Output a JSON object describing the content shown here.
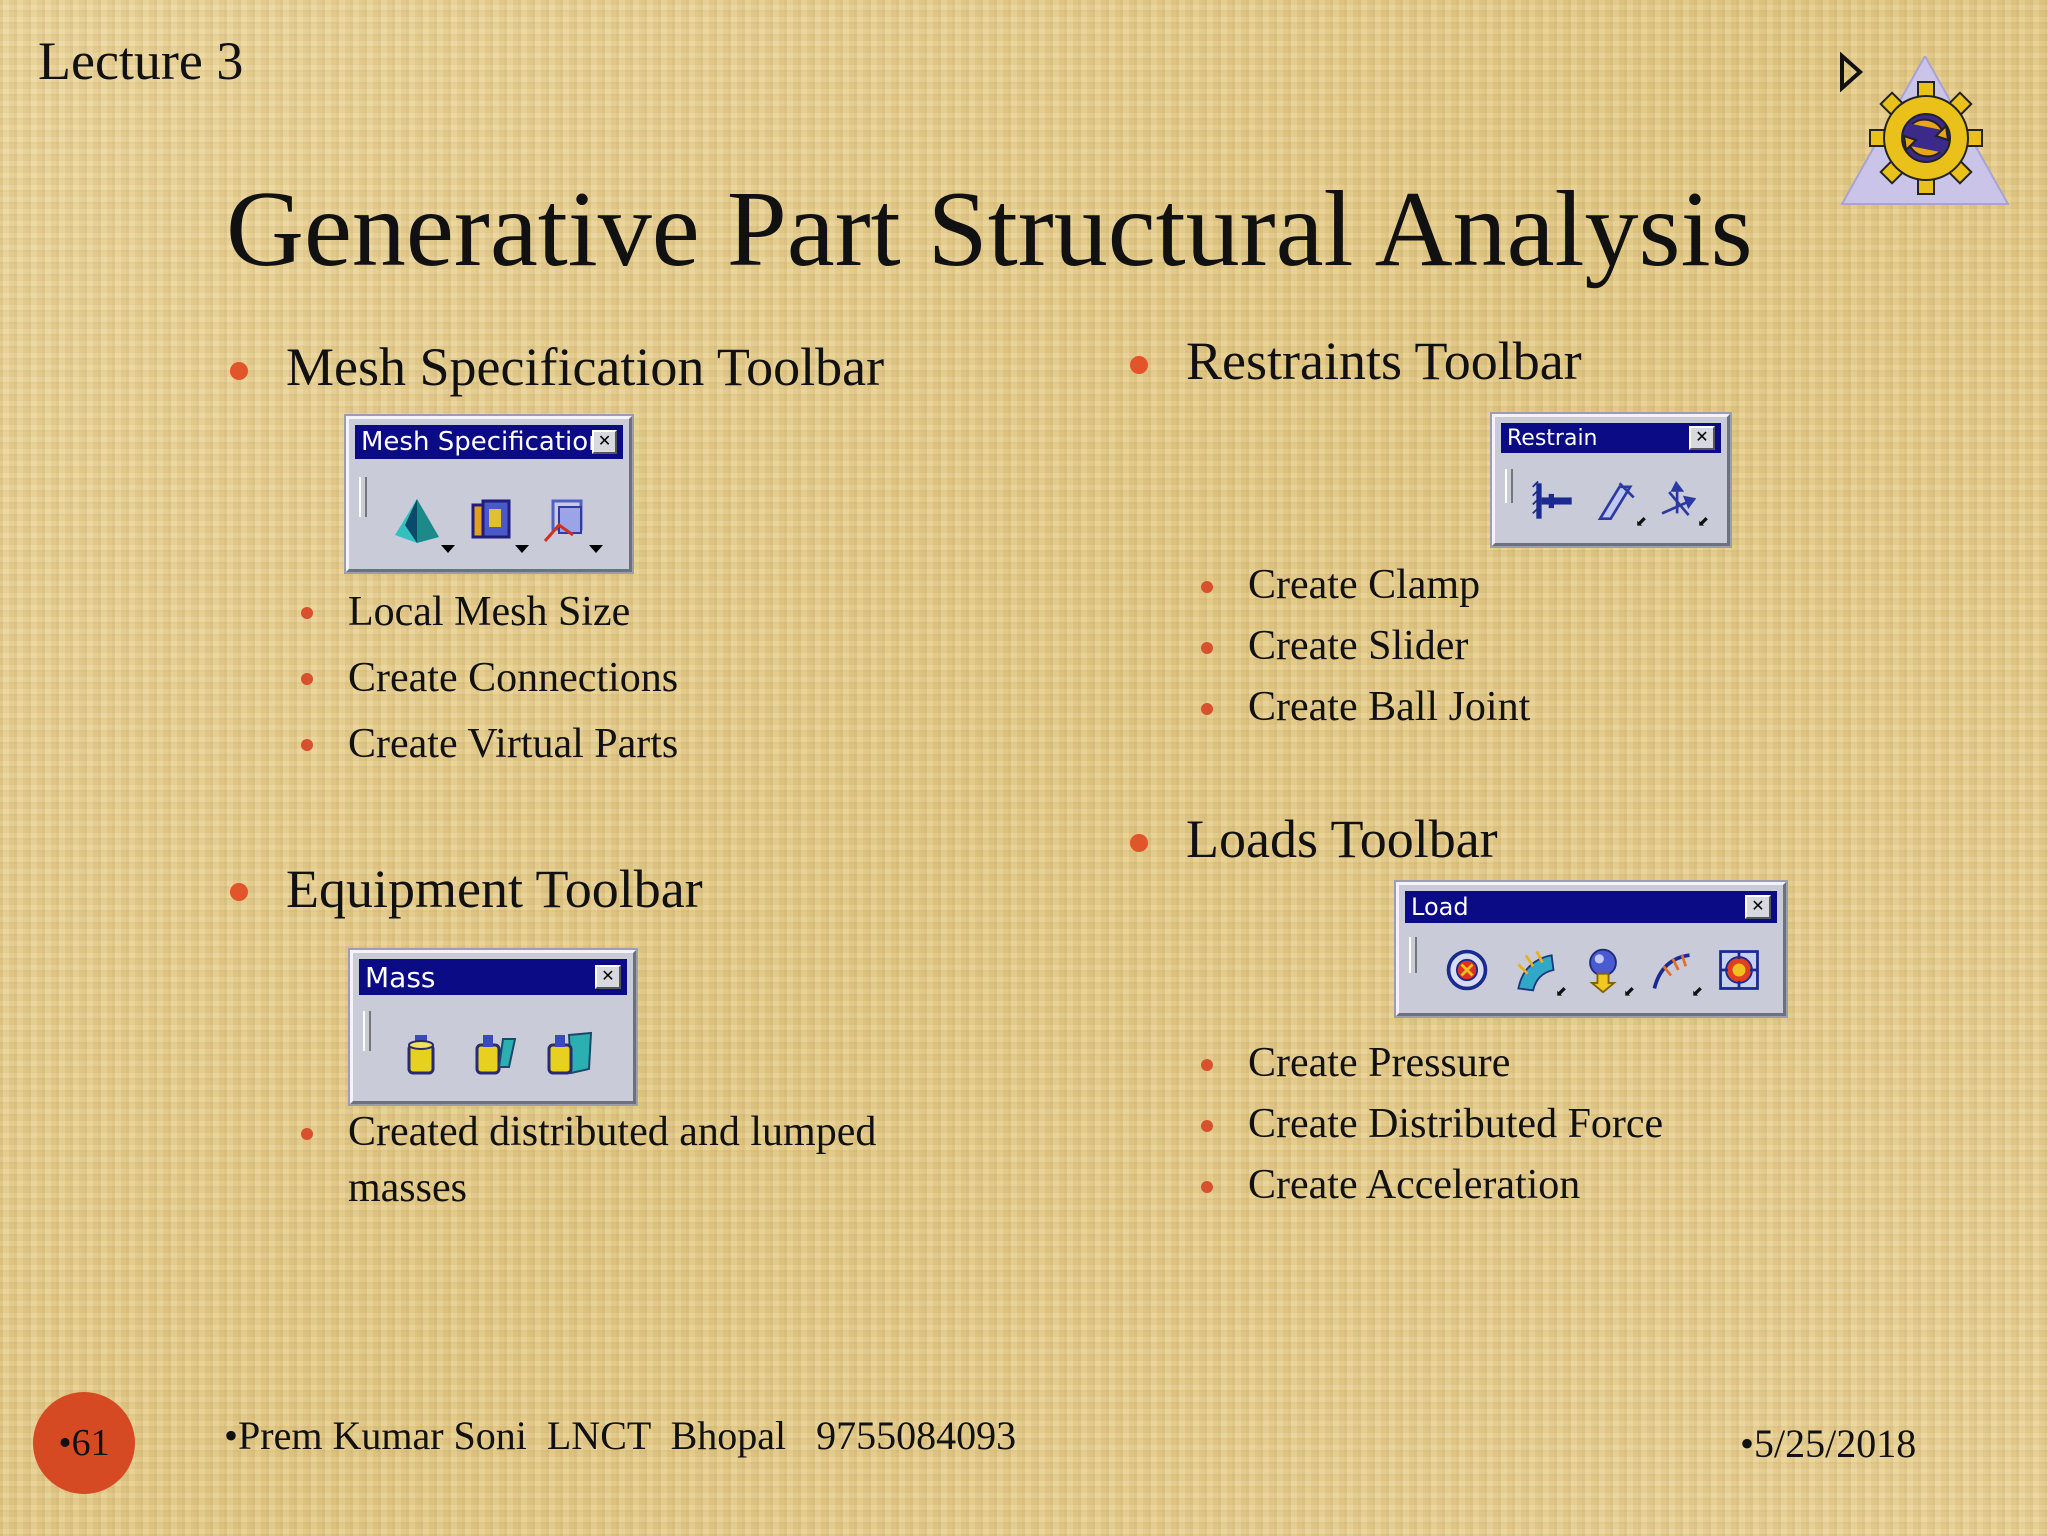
{
  "header": {
    "lecture": "Lecture 3",
    "title": "Generative Part Structural Analysis"
  },
  "nav": {
    "play_icon": "play-triangle-icon",
    "logo_icon": "gear-triangle-logo"
  },
  "left": {
    "mesh": {
      "heading": "Mesh Specification Toolbar",
      "toolbar_title": "Mesh Specification",
      "items": [
        "Local Mesh Size",
        "Create Connections",
        "Create Virtual Parts"
      ]
    },
    "equipment": {
      "heading": "Equipment Toolbar",
      "toolbar_title": "Mass",
      "items_line1": "Created distributed and lumped",
      "items_line2": "masses"
    }
  },
  "right": {
    "restraints": {
      "heading": "Restraints Toolbar",
      "toolbar_title": "Restrain",
      "items": [
        "Create Clamp",
        "Create Slider",
        "Create Ball Joint"
      ]
    },
    "loads": {
      "heading": "Loads Toolbar",
      "toolbar_title": "Load",
      "items": [
        "Create Pressure",
        "Create Distributed Force",
        "Create Acceleration"
      ]
    }
  },
  "footer": {
    "slide_number": "•61",
    "author": "•Prem Kumar Soni  LNCT  Bhopal   9755084093",
    "date": "•5/25/2018"
  },
  "colors": {
    "bullet": "#e2542a",
    "toolbar_title_bg": "#0b0b86",
    "slide_num_bg": "#d54a22"
  }
}
